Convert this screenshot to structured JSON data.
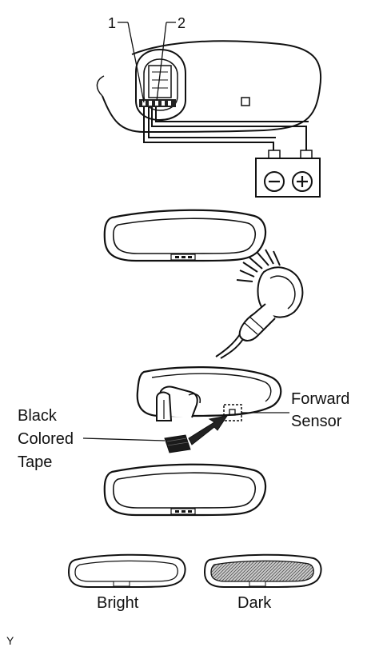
{
  "callouts": {
    "terminal_1": "1",
    "terminal_2": "2"
  },
  "labels": {
    "black_tape_line1": "Black",
    "black_tape_line2": "Colored",
    "black_tape_line3": "Tape",
    "forward_sensor_line1": "Forward",
    "forward_sensor_line2": "Sensor",
    "bright": "Bright",
    "dark": "Dark",
    "corner_mark": "Y"
  }
}
